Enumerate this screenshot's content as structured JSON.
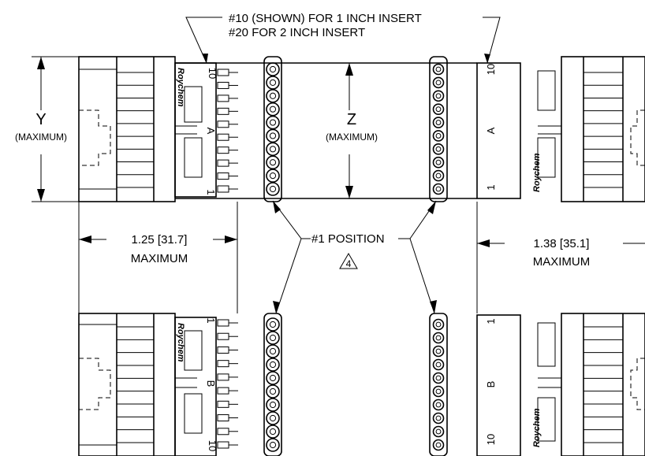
{
  "notes": {
    "insert_line1": "#10 (SHOWN) FOR 1 INCH INSERT",
    "insert_line2": "#20 FOR 2 INCH INSERT",
    "position_label": "#1 POSITION",
    "position_note_number": "4"
  },
  "dimensions": {
    "y_symbol": "Y",
    "y_qualifier": "(MAXIMUM)",
    "z_symbol": "Z",
    "z_qualifier": "(MAXIMUM)",
    "left_gap_value": "1.25 [31.7]",
    "left_gap_qualifier": "MAXIMUM",
    "right_gap_value": "1.38 [35.1]",
    "right_gap_qualifier": "MAXIMUM"
  },
  "inserts": {
    "brand": "Roychem",
    "row_a_letter": "A",
    "row_b_letter": "B",
    "pin_first": "1",
    "pin_last": "10"
  }
}
